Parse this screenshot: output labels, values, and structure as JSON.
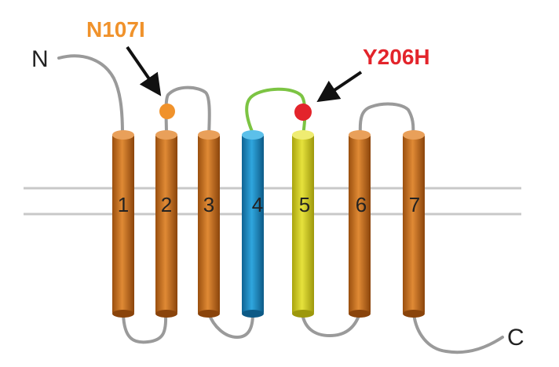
{
  "terminals": {
    "n": "N",
    "c": "C"
  },
  "helices": [
    {
      "label": "1",
      "color": "#d2741f"
    },
    {
      "label": "2",
      "color": "#d2741f"
    },
    {
      "label": "3",
      "color": "#d2741f"
    },
    {
      "label": "4",
      "color": "#1f8fc8"
    },
    {
      "label": "5",
      "color": "#d6d11e"
    },
    {
      "label": "6",
      "color": "#d2741f"
    },
    {
      "label": "7",
      "color": "#d2741f"
    }
  ],
  "mutations": [
    {
      "label": "N107I",
      "color": "#f0922b"
    },
    {
      "label": "Y206H",
      "color": "#e3242b"
    }
  ],
  "colors": {
    "loop": "#9a9a9a",
    "loop_highlight": "#7cc443",
    "membrane": "#c8c8c8",
    "arrow": "#111111"
  }
}
